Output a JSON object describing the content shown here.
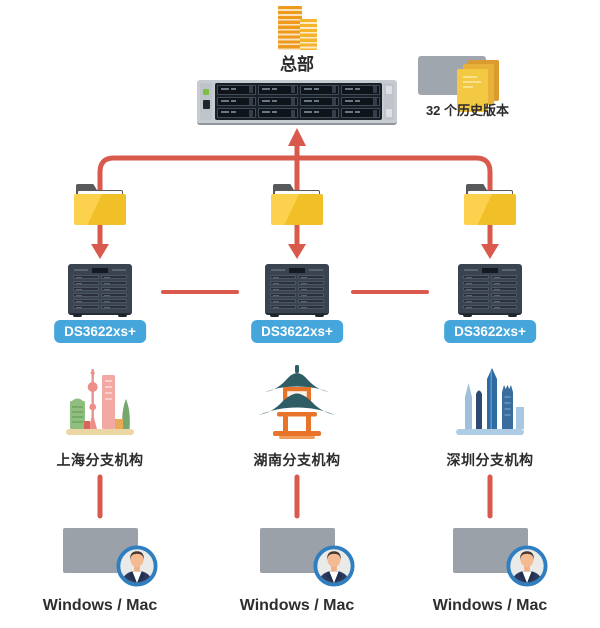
{
  "diagram_title": "",
  "colors": {
    "arrow_red": "#D9594C",
    "folder_yellow": "#F1BF28",
    "folder_tab_gray": "#58595B",
    "badge_blue": "#45A6DC",
    "monitor_gray": "#9AA1A9",
    "building_orange": "#ED9A1F",
    "document_yellow": "#F3C843",
    "nas_body": "#3A4350",
    "text_dark": "#2B2B2B"
  },
  "headquarters": {
    "label": "总部",
    "icon": "building-icon"
  },
  "central_server": {
    "icon": "rackmount-server-icon"
  },
  "history": {
    "label": "32 个历史版本",
    "icon": "file-versions-icon"
  },
  "branches": [
    {
      "nas_label": "DS3622xs+",
      "site_label": "上海分支机构",
      "site_icon": "shanghai-skyline-icon",
      "client_label": "Windows / Mac"
    },
    {
      "nas_label": "DS3622xs+",
      "site_label": "湖南分支机构",
      "site_icon": "pavilion-icon",
      "client_label": "Windows / Mac"
    },
    {
      "nas_label": "DS3622xs+",
      "site_label": "深圳分支机构",
      "site_icon": "shenzhen-skyline-icon",
      "client_label": "Windows / Mac"
    }
  ]
}
